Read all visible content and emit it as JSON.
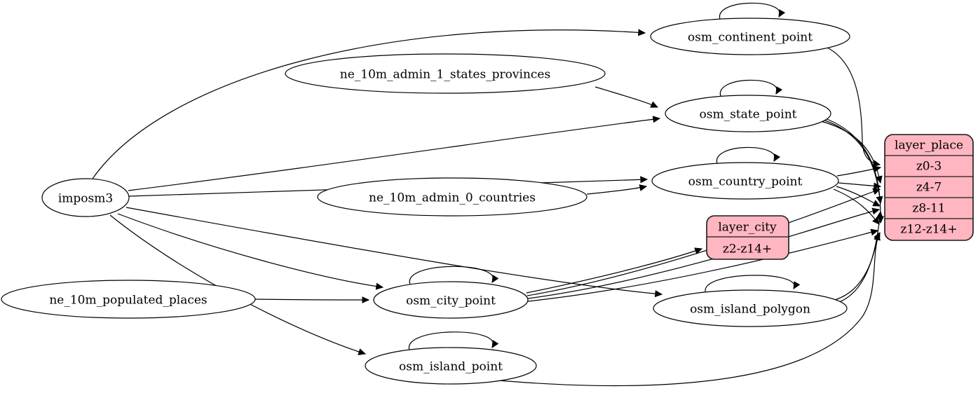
{
  "diagram": {
    "type": "graphviz-etl-flow",
    "colors": {
      "background": "#ffffff",
      "node_fill": "#ffffff",
      "record_fill": "#ffb6c1",
      "stroke": "#000000"
    }
  },
  "nodes": {
    "imposm3": {
      "label": "imposm3"
    },
    "ne_10m_admin_1_states_provinces": {
      "label": "ne_10m_admin_1_states_provinces"
    },
    "ne_10m_admin_0_countries": {
      "label": "ne_10m_admin_0_countries"
    },
    "ne_10m_populated_places": {
      "label": "ne_10m_populated_places"
    },
    "osm_continent_point": {
      "label": "osm_continent_point"
    },
    "osm_state_point": {
      "label": "osm_state_point"
    },
    "osm_country_point": {
      "label": "osm_country_point"
    },
    "osm_city_point": {
      "label": "osm_city_point"
    },
    "osm_island_polygon": {
      "label": "osm_island_polygon"
    },
    "osm_island_point": {
      "label": "osm_island_point"
    }
  },
  "records": {
    "layer_city": {
      "title": "layer_city",
      "rows": [
        "z2-z14+"
      ]
    },
    "layer_place": {
      "title": "layer_place",
      "rows": [
        "z0-3",
        "z4-7",
        "z8-11",
        "z12-z14+"
      ]
    }
  },
  "edges": [
    {
      "from": "imposm3",
      "to": "osm_continent_point"
    },
    {
      "from": "imposm3",
      "to": "osm_state_point"
    },
    {
      "from": "imposm3",
      "to": "osm_country_point"
    },
    {
      "from": "imposm3",
      "to": "osm_city_point"
    },
    {
      "from": "imposm3",
      "to": "osm_island_polygon"
    },
    {
      "from": "imposm3",
      "to": "osm_island_point"
    },
    {
      "from": "ne_10m_admin_1_states_provinces",
      "to": "osm_state_point"
    },
    {
      "from": "ne_10m_admin_0_countries",
      "to": "osm_country_point"
    },
    {
      "from": "ne_10m_populated_places",
      "to": "osm_city_point"
    },
    {
      "from": "osm_continent_point",
      "to": "osm_continent_point"
    },
    {
      "from": "osm_state_point",
      "to": "osm_state_point"
    },
    {
      "from": "osm_country_point",
      "to": "osm_country_point"
    },
    {
      "from": "osm_city_point",
      "to": "osm_city_point"
    },
    {
      "from": "osm_island_polygon",
      "to": "osm_island_polygon"
    },
    {
      "from": "osm_island_point",
      "to": "osm_island_point"
    },
    {
      "from": "osm_continent_point",
      "to": "layer_place",
      "row": "z0-3"
    },
    {
      "from": "osm_country_point",
      "to": "layer_place",
      "row": "z0-3"
    },
    {
      "from": "osm_country_point",
      "to": "layer_place",
      "row": "z4-7"
    },
    {
      "from": "osm_country_point",
      "to": "layer_place",
      "row": "z8-11"
    },
    {
      "from": "osm_country_point",
      "to": "layer_place",
      "row": "z12-z14+"
    },
    {
      "from": "osm_state_point",
      "to": "layer_place",
      "row": "z4-7"
    },
    {
      "from": "osm_state_point",
      "to": "layer_place",
      "row": "z8-11"
    },
    {
      "from": "osm_state_point",
      "to": "layer_place",
      "row": "z12-z14+"
    },
    {
      "from": "osm_city_point",
      "to": "layer_city",
      "row": "z2-z14+"
    },
    {
      "from": "osm_city_point",
      "to": "layer_place",
      "row": "z4-7"
    },
    {
      "from": "osm_city_point",
      "to": "layer_place",
      "row": "z8-11"
    },
    {
      "from": "osm_city_point",
      "to": "layer_place",
      "row": "z12-z14+"
    },
    {
      "from": "osm_island_polygon",
      "to": "layer_place",
      "row": "z8-11"
    },
    {
      "from": "osm_island_polygon",
      "to": "layer_place",
      "row": "z12-z14+"
    },
    {
      "from": "osm_island_point",
      "to": "layer_place",
      "row": "z12-z14+"
    }
  ]
}
